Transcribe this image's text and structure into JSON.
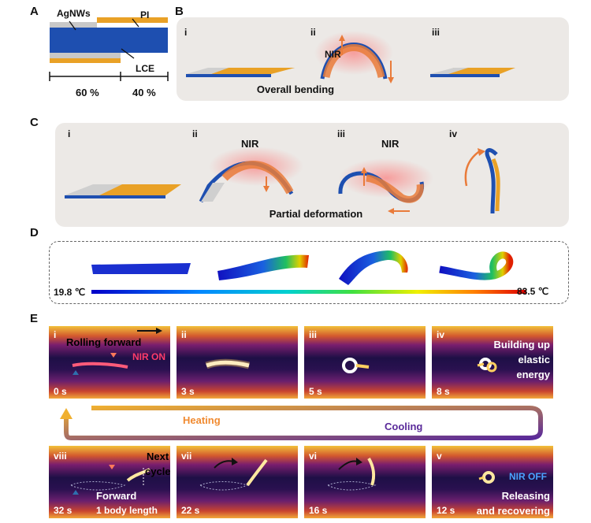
{
  "panels": {
    "A": {
      "label": "A",
      "agnws": "AgNWs",
      "pi": "PI",
      "lce": "LCE",
      "pct_left": "60 %",
      "pct_right": "40 %"
    },
    "B": {
      "label": "B",
      "steps": [
        "i",
        "ii",
        "iii"
      ],
      "nir": "NIR",
      "caption": "Overall bending"
    },
    "C": {
      "label": "C",
      "steps": [
        "i",
        "ii",
        "iii",
        "iv"
      ],
      "nir_ii": "NIR",
      "nir_iii": "NIR",
      "caption": "Partial deformation"
    },
    "D": {
      "label": "D",
      "temp_min": "19.8 ℃",
      "temp_max": "83.5 ℃"
    },
    "E": {
      "label": "E",
      "top": [
        {
          "num": "i",
          "time": "0 s",
          "title": "Rolling forward",
          "status": "NIR ON"
        },
        {
          "num": "ii",
          "time": "3 s"
        },
        {
          "num": "iii",
          "time": "5 s"
        },
        {
          "num": "iv",
          "time": "8 s",
          "note": [
            "Building up",
            "elastic",
            "energy"
          ]
        }
      ],
      "bottom": [
        {
          "num": "viii",
          "time": "32 s",
          "note1": [
            "Next",
            "cycle"
          ],
          "note2": "Forward",
          "note3": "1 body length"
        },
        {
          "num": "vii",
          "time": "22 s"
        },
        {
          "num": "vi",
          "time": "16 s"
        },
        {
          "num": "v",
          "time": "12 s",
          "status": "NIR OFF",
          "note": [
            "Releasing",
            "and recovering"
          ]
        }
      ],
      "heating": "Heating",
      "cooling": "Cooling"
    }
  },
  "colors": {
    "pi": "#e9a126",
    "lce": "#1e4fb0",
    "agnws": "#c8c8c8",
    "heating": "#f0a830",
    "cooling": "#5a2a9a",
    "nir_on": "#ff3b6a",
    "nir_off": "#4aa3ff"
  }
}
